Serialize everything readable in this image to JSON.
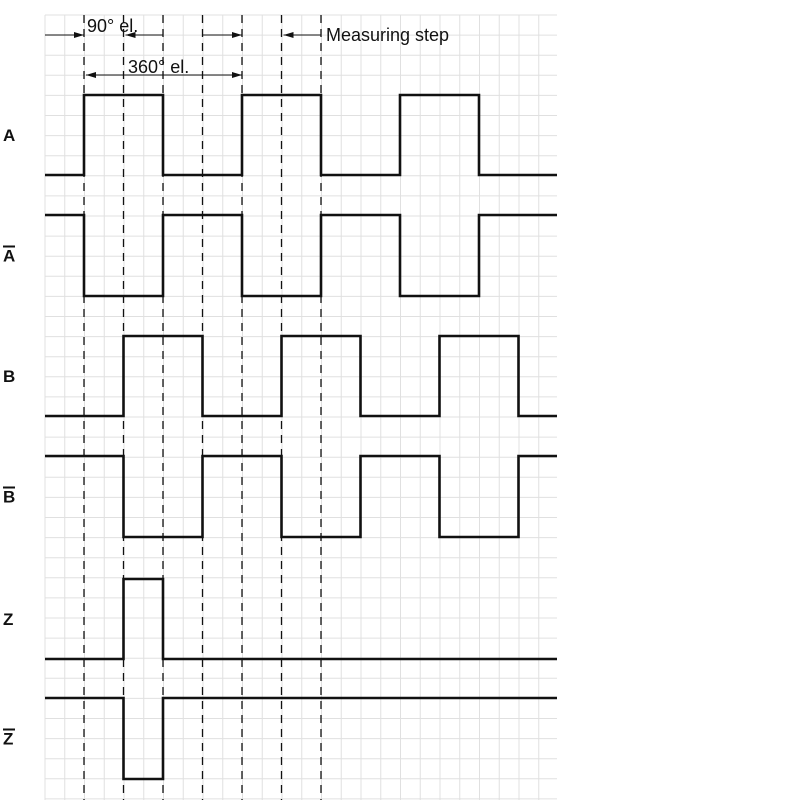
{
  "annotations": {
    "quarter_period": "90° el.",
    "full_period": "360° el.",
    "measuring_step": "Measuring step"
  },
  "signals": [
    {
      "name": "A",
      "overbar": false,
      "levels": [
        0,
        1,
        1,
        0,
        0,
        1,
        1,
        0,
        0,
        1,
        1,
        0,
        0
      ]
    },
    {
      "name": "A",
      "overbar": true,
      "levels": [
        1,
        0,
        0,
        1,
        1,
        0,
        0,
        1,
        1,
        0,
        0,
        1,
        1
      ]
    },
    {
      "name": "B",
      "overbar": false,
      "levels": [
        0,
        0,
        1,
        1,
        0,
        0,
        1,
        1,
        0,
        0,
        1,
        1,
        0
      ]
    },
    {
      "name": "B",
      "overbar": true,
      "levels": [
        1,
        1,
        0,
        0,
        1,
        1,
        0,
        0,
        1,
        1,
        0,
        0,
        1
      ]
    },
    {
      "name": "Z",
      "overbar": false,
      "levels": [
        0,
        0,
        1,
        0,
        0,
        0,
        0,
        0,
        0,
        0,
        0,
        0,
        0
      ]
    },
    {
      "name": "Z",
      "overbar": true,
      "levels": [
        1,
        1,
        0,
        1,
        1,
        1,
        1,
        1,
        1,
        1,
        1,
        1,
        1
      ]
    }
  ],
  "colors": {
    "grid": "#e0e0e0",
    "line": "#111111"
  }
}
